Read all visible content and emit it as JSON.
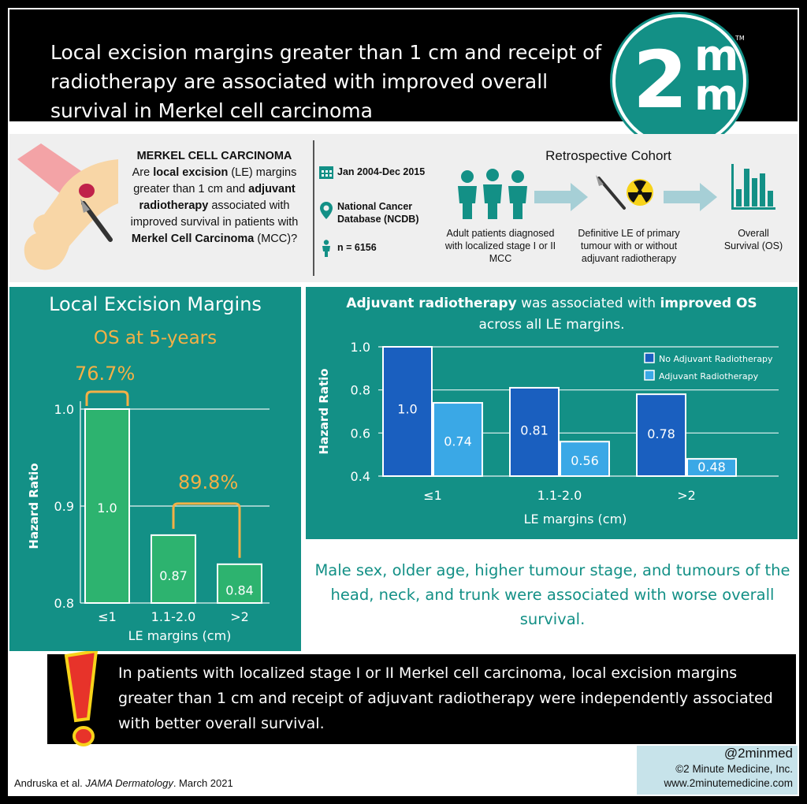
{
  "title": "Local excision margins greater than 1 cm and receipt of radiotherapy are associated with improved overall survival in Merkel cell carcinoma",
  "logo": {
    "digit": "2",
    "letter_top": "m",
    "letter_bottom": "m",
    "tm": "TM"
  },
  "question": {
    "heading": "MERKEL CELL CARCINOMA",
    "p1": "Are ",
    "b1": "local excision",
    "p2": " (LE) margins greater than 1 cm and ",
    "b2": "adjuvant radiotherapy",
    "p3": " associated with improved survival in patients with ",
    "b3": "Merkel Cell Carcinoma",
    "p4": " (MCC)?"
  },
  "study": {
    "dates": "Jan 2004-Dec 2015",
    "database": "National Cancer Database (NCDB)",
    "n": "n = 6156"
  },
  "cohort": {
    "title": "Retrospective Cohort",
    "step1": "Adult patients diagnosed with localized stage I or II MCC",
    "step2": "Definitive LE of primary tumour with or without adjuvant radiotherapy",
    "step3": "Overall Survival (OS)"
  },
  "left_panel": {
    "title": "Local Excision Margins",
    "subtitle": "OS at 5-years",
    "pct_low": "76.7%",
    "pct_high": "89.8%"
  },
  "right_panel": {
    "h1": "Adjuvant radiotherapy",
    "h2": " was associated with ",
    "h3": "improved OS",
    "h4": "across all LE margins."
  },
  "chart_data": [
    {
      "type": "bar",
      "categories": [
        "≤1",
        "1.1-2.0",
        ">2"
      ],
      "values": [
        1.0,
        0.87,
        0.84
      ],
      "value_labels": [
        "1.0",
        "0.87",
        "0.84"
      ],
      "xlabel": "LE margins (cm)",
      "ylabel": "Hazard Ratio",
      "ylim": [
        0.8,
        1.0
      ],
      "yticks": [
        "0.8",
        "0.9",
        "1.0"
      ],
      "grid": true,
      "color": "#2db36f"
    },
    {
      "type": "bar",
      "categories": [
        "≤1",
        "1.1-2.0",
        ">2"
      ],
      "series": [
        {
          "name": "No Adjuvant Radiotherapy",
          "values": [
            1.0,
            0.81,
            0.78
          ],
          "labels": [
            "1.0",
            "0.81",
            "0.78"
          ],
          "color": "#1a5fbf"
        },
        {
          "name": "Adjuvant Radiotherapy",
          "values": [
            0.74,
            0.56,
            0.48
          ],
          "labels": [
            "0.74",
            "0.56",
            "0.48"
          ],
          "color": "#3aa8e6"
        }
      ],
      "xlabel": "LE margins (cm)",
      "ylabel": "Hazard Ratio",
      "ylim": [
        0.4,
        1.0
      ],
      "yticks": [
        "0.4",
        "0.6",
        "0.8",
        "1.0"
      ],
      "grid": true,
      "legend": "top-right"
    }
  ],
  "finding": "Male sex, older age, higher tumour stage, and tumours of the head, neck, and trunk were associated with worse overall survival.",
  "conclusion": "In patients with localized stage I or II Merkel cell carcinoma, local excision margins greater than 1 cm and receipt of adjuvant radiotherapy were independently associated with better overall survival.",
  "credits": {
    "handle": "@2minmed",
    "company": "©2 Minute Medicine, Inc.",
    "site": "www.2minutemedicine.com"
  },
  "citation": {
    "authors": "Andruska et al. ",
    "journal": "JAMA Dermatology",
    "date": ". March 2021"
  },
  "colors": {
    "teal": "#139086",
    "orange": "#f4b046",
    "green_bar": "#2db36f",
    "blue_dark": "#1a5fbf",
    "blue_light": "#3aa8e6"
  }
}
